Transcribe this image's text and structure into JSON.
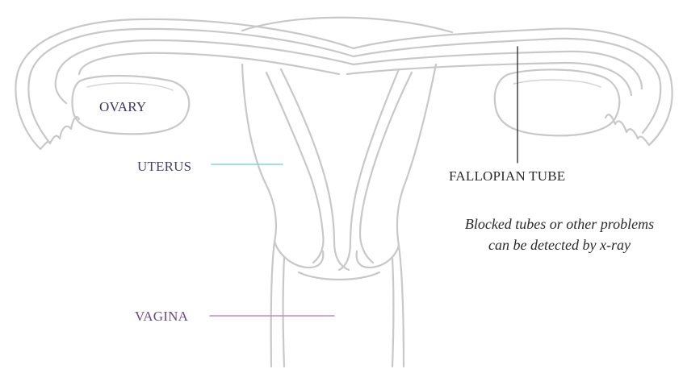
{
  "labels": {
    "ovary": "OVARY",
    "uterus": "UTERUS",
    "vagina": "VAGINA",
    "fallopian_tube": "FALLOPIAN TUBE"
  },
  "caption": {
    "line1": "Blocked tubes or other problems",
    "line2": "can be detected by x-ray"
  },
  "colors": {
    "outline": "#c8c8c8",
    "leader_uterus": "#7fd4e8",
    "leader_vagina": "#c68ac8",
    "leader_tube": "#333333"
  }
}
